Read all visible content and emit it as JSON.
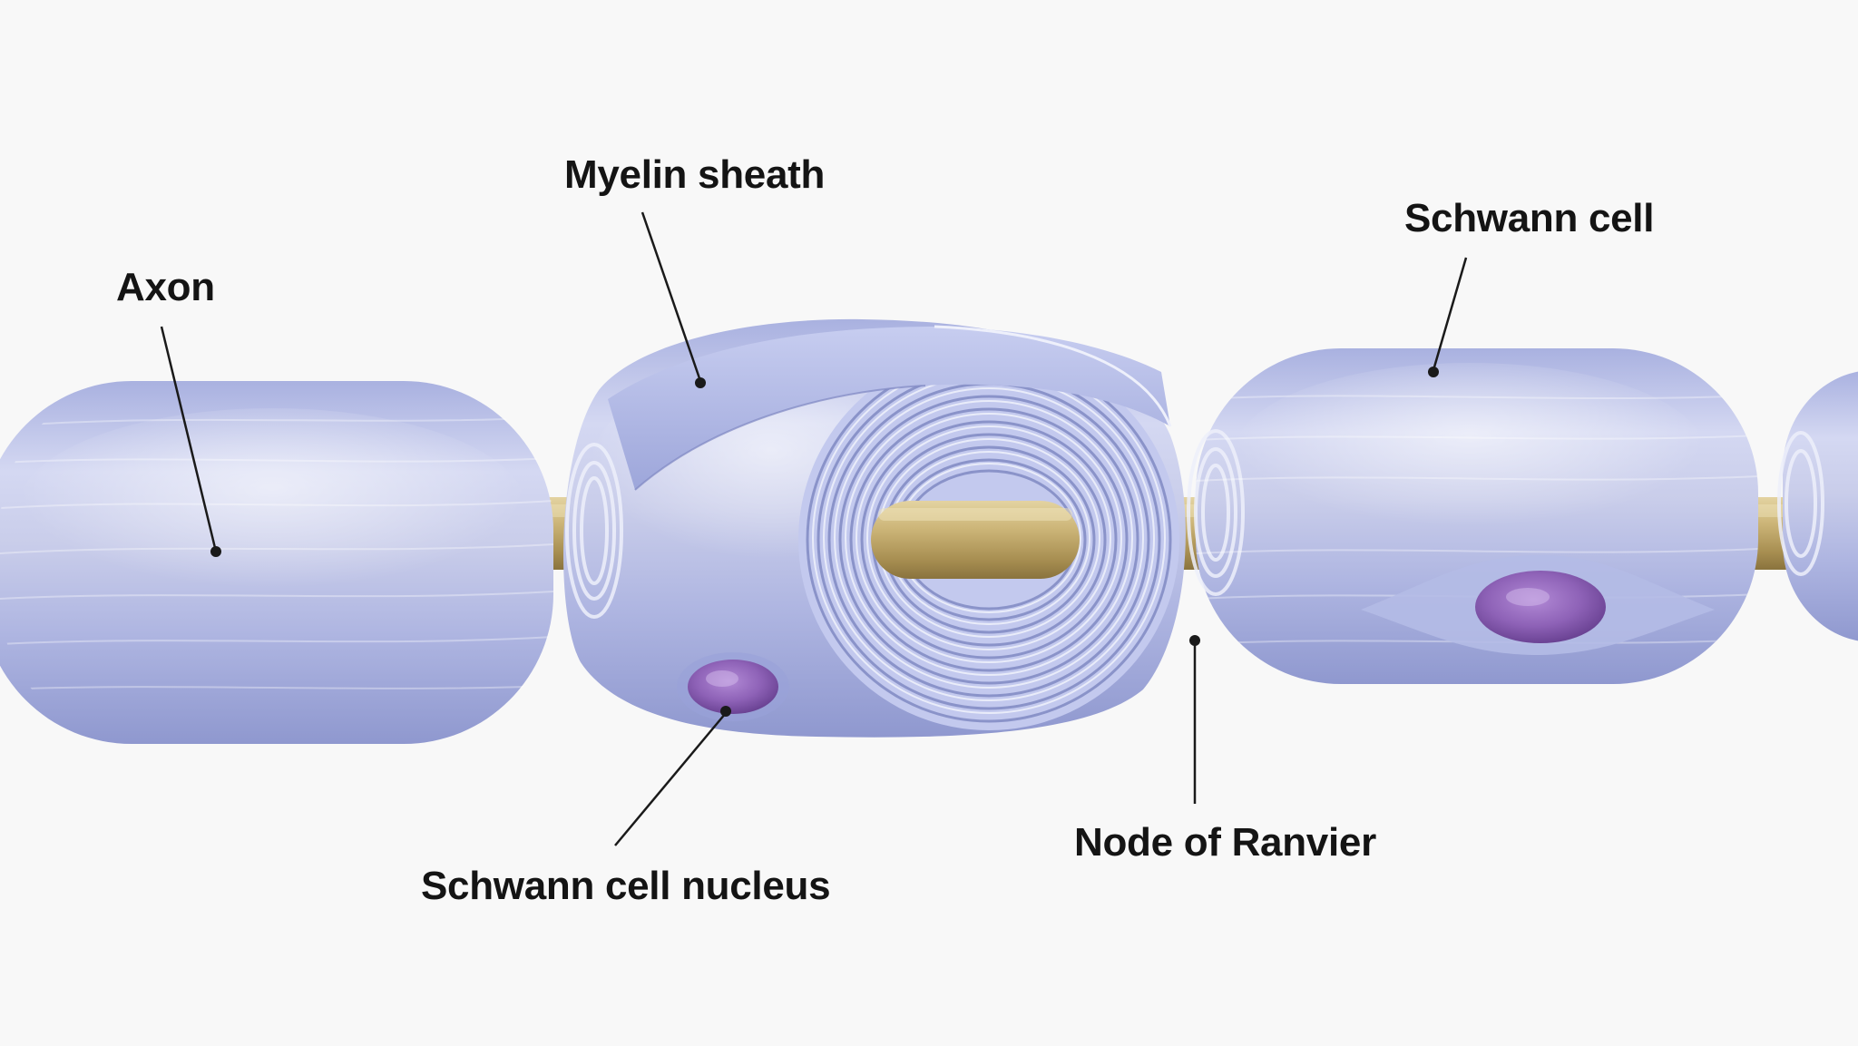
{
  "labels": {
    "axon": "Axon",
    "myelin_sheath": "Myelin sheath",
    "schwann_cell": "Schwann cell",
    "schwann_cell_nucleus": "Schwann cell nucleus",
    "node_of_ranvier": "Node of Ranvier"
  },
  "colors": {
    "background": "#f8f8f8",
    "myelin": "#b9c0e8",
    "myelin_shadow": "#8a93c9",
    "axon": "#c9b277",
    "nucleus": "#8e62b7",
    "label_text": "#141414",
    "leader_line": "#1a1a1a"
  }
}
